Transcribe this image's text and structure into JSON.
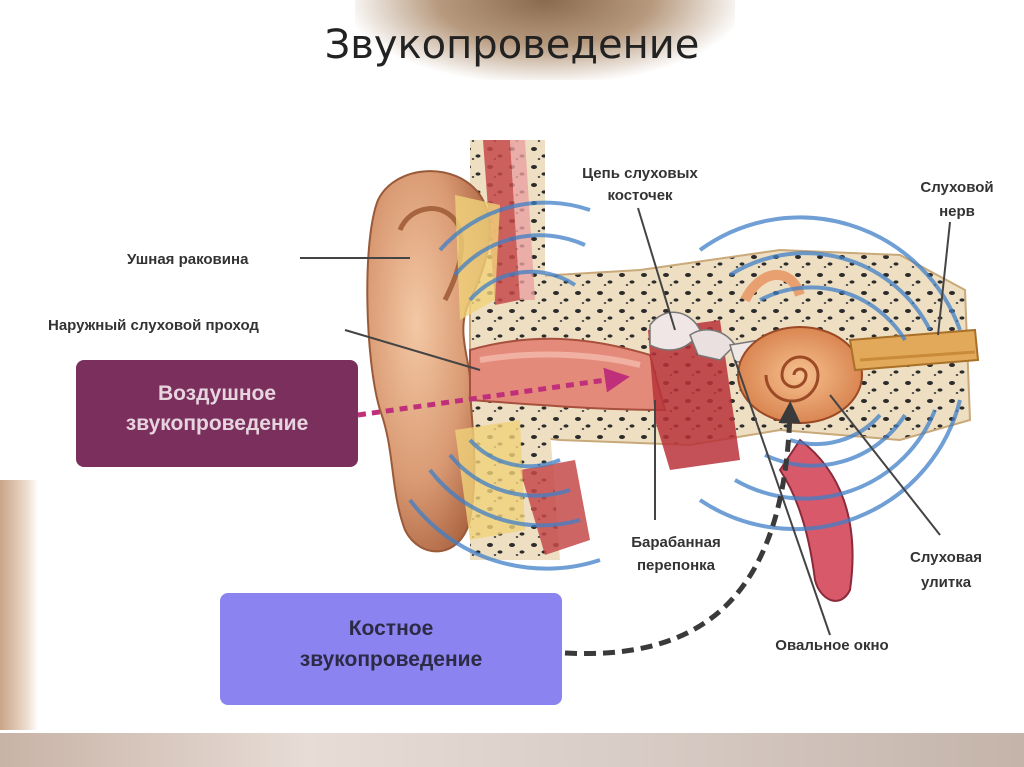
{
  "title": "Звукопроведение",
  "labels": {
    "pinna": "Ушная раковина",
    "ear_canal": "Наружный слуховой проход",
    "ossicles_line1": "Цепь слуховых",
    "ossicles_line2": "косточек",
    "nerve_line1": "Слуховой",
    "nerve_line2": "нерв",
    "eardrum_line1": "Барабанная",
    "eardrum_line2": "перепонка",
    "cochlea_line1": "Слуховая",
    "cochlea_line2": "улитка",
    "oval_window": "Овальное окно"
  },
  "boxes": {
    "air_line1": "Воздушное",
    "air_line2": "звукопроведение",
    "bone_line1": "Костное",
    "bone_line2": "звукопроведение"
  },
  "colors": {
    "air_box": "#7b2f5c",
    "bone_box": "#8b84f0",
    "wave": "#3f7fc7",
    "air_arrow": "#c0307a",
    "bone_arrow": "#3a3a3a"
  }
}
